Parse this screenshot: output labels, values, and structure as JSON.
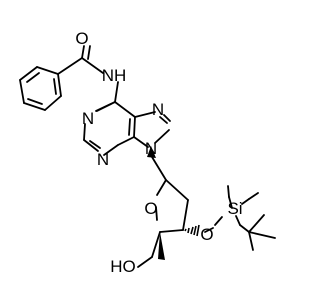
{
  "molecule": {
    "atom_labels": {
      "amide_o": "O",
      "amide_nh": "NH",
      "purine_n1": "N",
      "purine_n3": "N",
      "purine_n7": "N",
      "purine_n9": "N",
      "ring_o": "O",
      "ether_o": "O",
      "silicon": "Si",
      "hydroxyl": "HO"
    }
  },
  "colors": {
    "bond": "#000000",
    "label": "#000000",
    "background": "#ffffff"
  }
}
